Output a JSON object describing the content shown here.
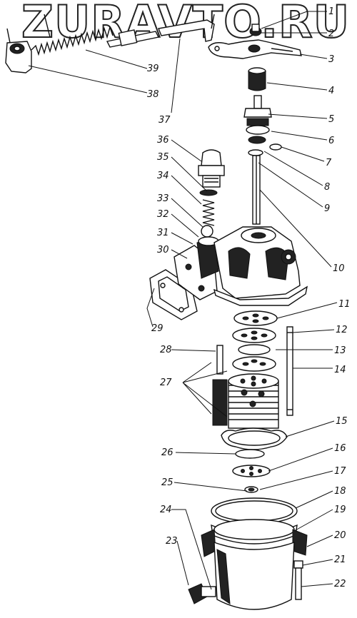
{
  "watermark": "ZURAVTO.RU",
  "part_numbers": [
    "1",
    "2",
    "3",
    "4",
    "5",
    "6",
    "7",
    "8",
    "9",
    "10",
    "11",
    "12",
    "13",
    "14",
    "15",
    "16",
    "17",
    "18",
    "19",
    "20",
    "21",
    "22",
    "23",
    "24",
    "25",
    "26",
    "27",
    "28",
    "29",
    "30",
    "31",
    "32",
    "33",
    "34",
    "35",
    "36",
    "37",
    "38",
    "39"
  ]
}
